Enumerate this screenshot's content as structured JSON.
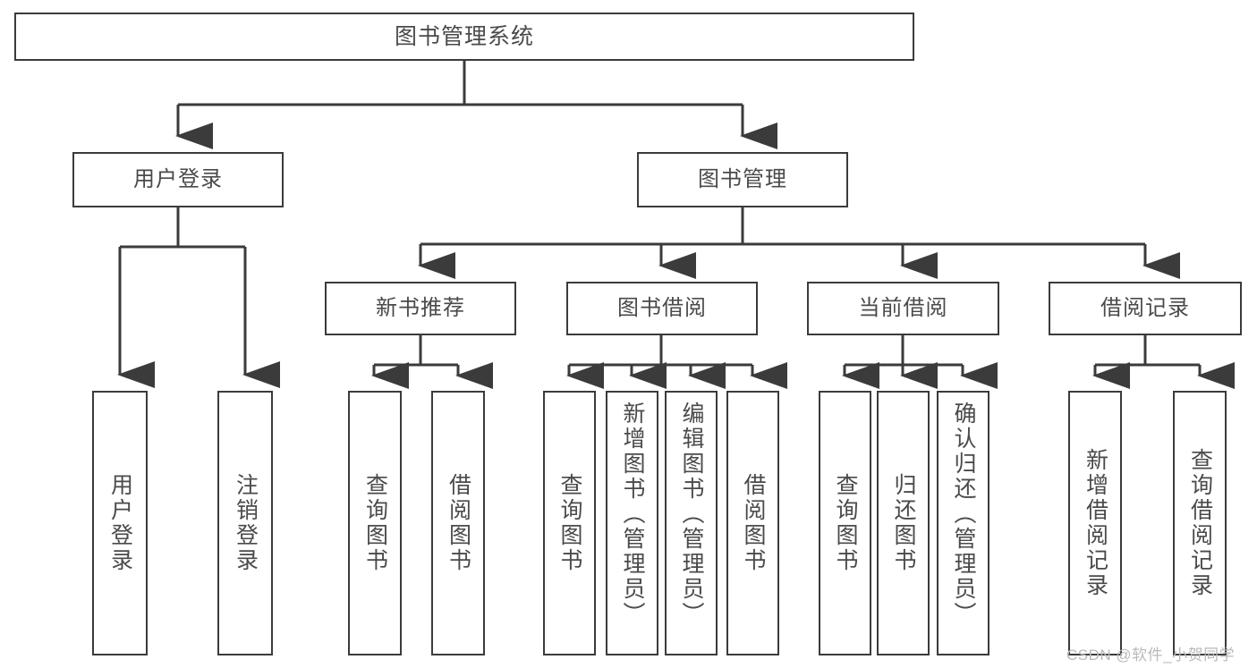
{
  "diagram": {
    "title": "图书管理系统",
    "root": {
      "id": "root",
      "label": "图书管理系统"
    },
    "level2": [
      {
        "id": "user-login",
        "label": "用户登录"
      },
      {
        "id": "book-manage",
        "label": "图书管理"
      }
    ],
    "level3": [
      {
        "id": "new-book-recommend",
        "label": "新书推荐"
      },
      {
        "id": "book-borrow",
        "label": "图书借阅"
      },
      {
        "id": "current-borrow",
        "label": "当前借阅"
      },
      {
        "id": "borrow-record",
        "label": "借阅记录"
      }
    ],
    "leaves": {
      "user_login": [
        {
          "id": "leaf-user-login",
          "label": "用户登录"
        },
        {
          "id": "leaf-logout",
          "label": "注销登录"
        }
      ],
      "new_book_recommend": [
        {
          "id": "leaf-query-book-1",
          "label": "查询图书"
        },
        {
          "id": "leaf-borrow-book-1",
          "label": "借阅图书"
        }
      ],
      "book_borrow": [
        {
          "id": "leaf-query-book-2",
          "label": "查询图书"
        },
        {
          "id": "leaf-add-book",
          "label": "新增图书（管理员）"
        },
        {
          "id": "leaf-edit-book",
          "label": "编辑图书（管理员）"
        },
        {
          "id": "leaf-borrow-book-2",
          "label": "借阅图书"
        }
      ],
      "current_borrow": [
        {
          "id": "leaf-query-book-3",
          "label": "查询图书"
        },
        {
          "id": "leaf-return-book",
          "label": "归还图书"
        },
        {
          "id": "leaf-confirm-return",
          "label": "确认归还（管理员）"
        }
      ],
      "borrow_record": [
        {
          "id": "leaf-add-record",
          "label": "新增借阅记录"
        },
        {
          "id": "leaf-query-record",
          "label": "查询借阅记录"
        }
      ]
    }
  },
  "watermark": {
    "text": "CSDN @软件_小贺同学"
  },
  "colors": {
    "border": "#3b3b3b",
    "text": "#4a4a4a",
    "background": "#ffffff",
    "watermark": "#b9b9b9"
  }
}
